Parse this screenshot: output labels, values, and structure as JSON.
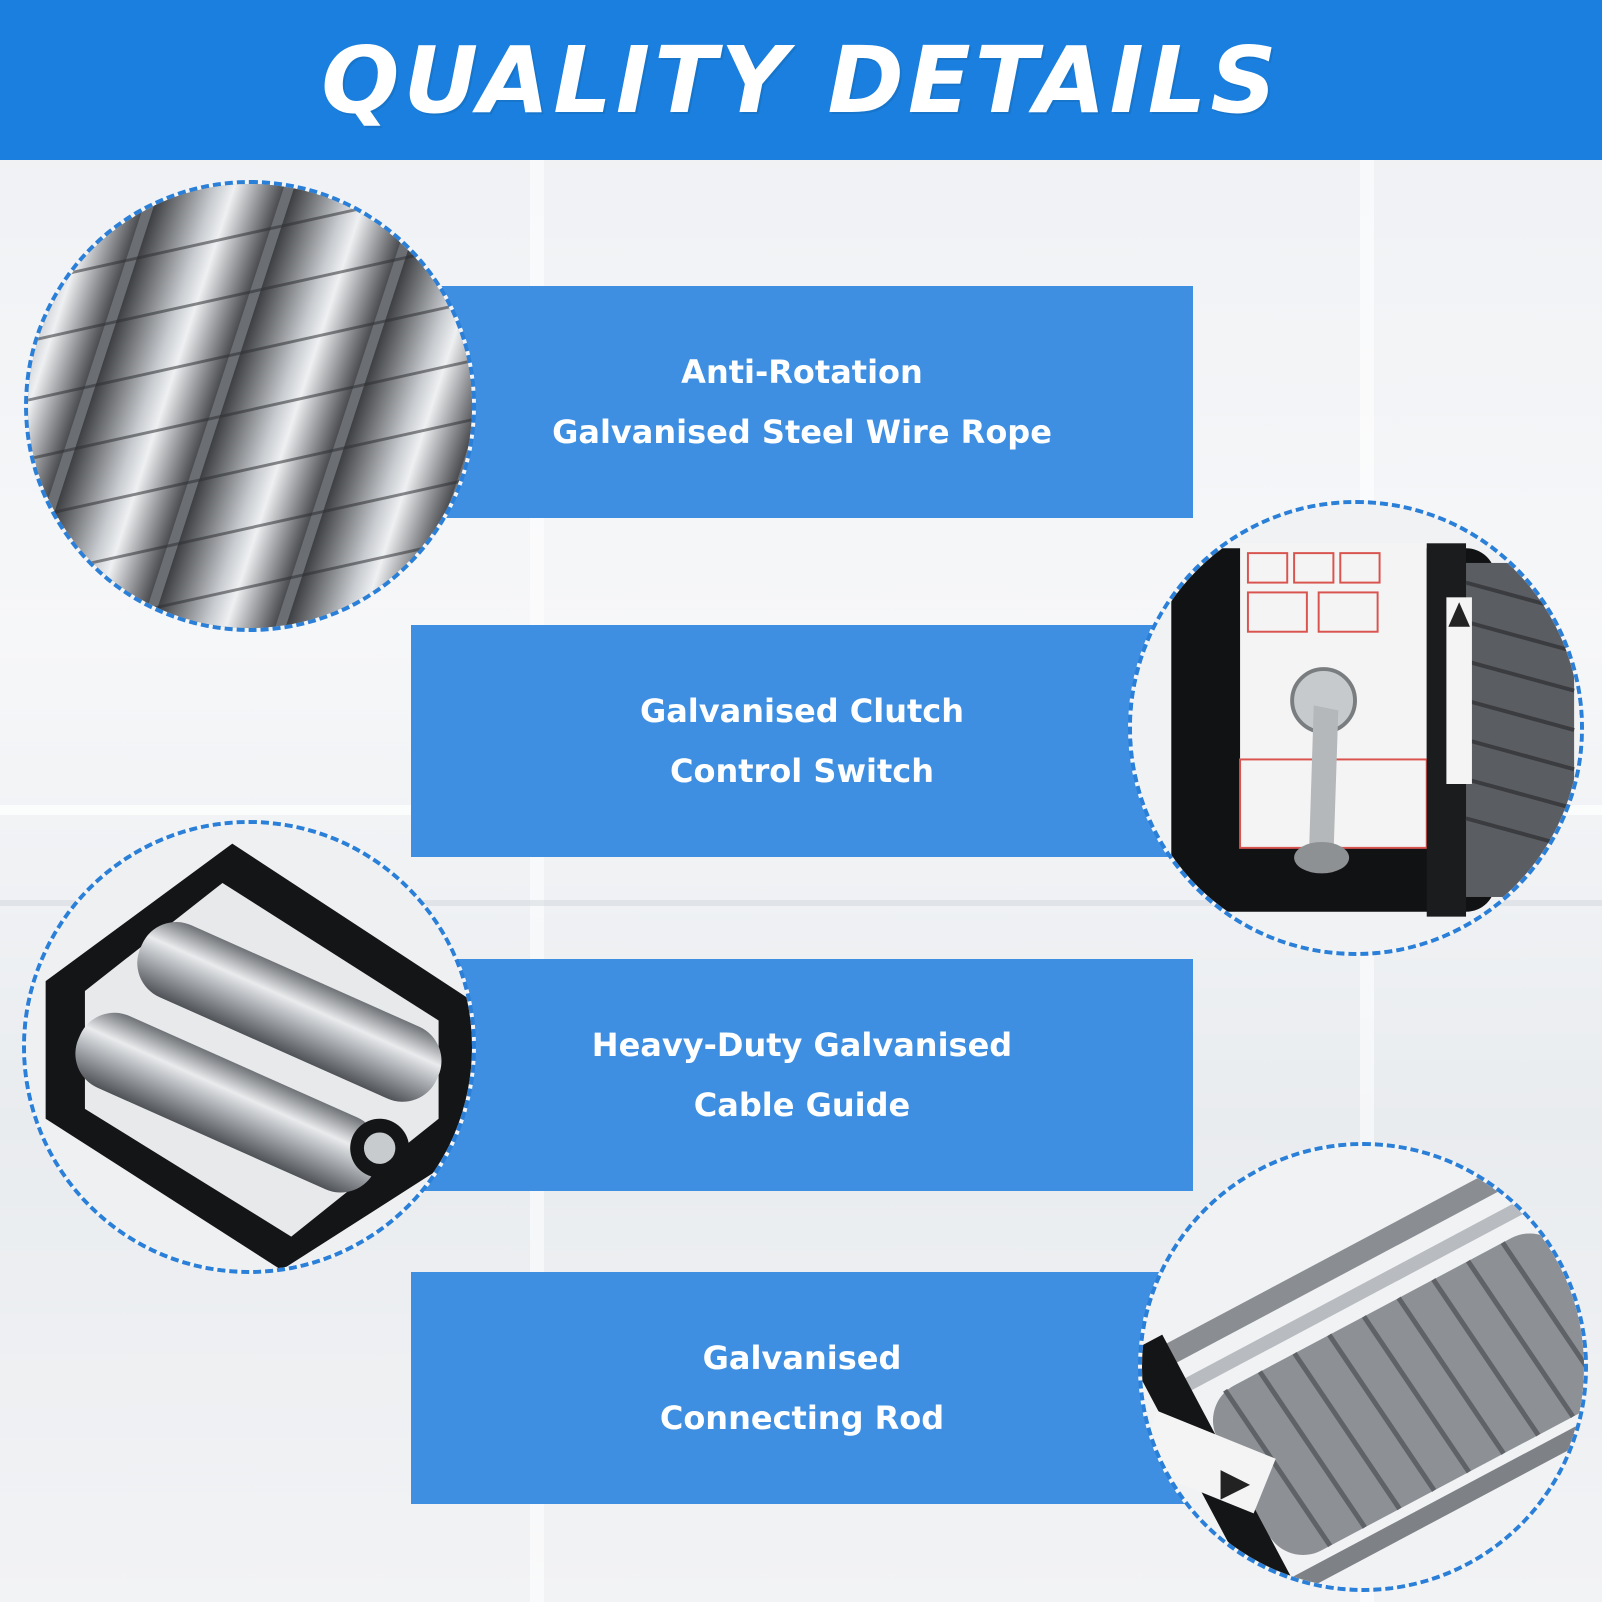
{
  "banner": {
    "title": "QUALITY DETAILS"
  },
  "features": [
    {
      "line1": "Anti-Rotation",
      "line2": "Galvanised Steel Wire Rope"
    },
    {
      "line1": "Galvanised Clutch",
      "line2": "Control Switch"
    },
    {
      "line1": "Heavy-Duty Galvanised",
      "line2": "Cable Guide"
    },
    {
      "line1": "Galvanised",
      "line2": "Connecting Rod"
    }
  ],
  "images": {
    "wire_rope": "wire-rope-photo",
    "clutch": "winch-clutch-photo",
    "cable_guide": "roller-fairlead-photo",
    "connecting_rod": "winch-drum-photo"
  },
  "colors": {
    "banner": "#1a7fde",
    "box": "#3e8fe1",
    "dash": "#2a7fd8"
  }
}
